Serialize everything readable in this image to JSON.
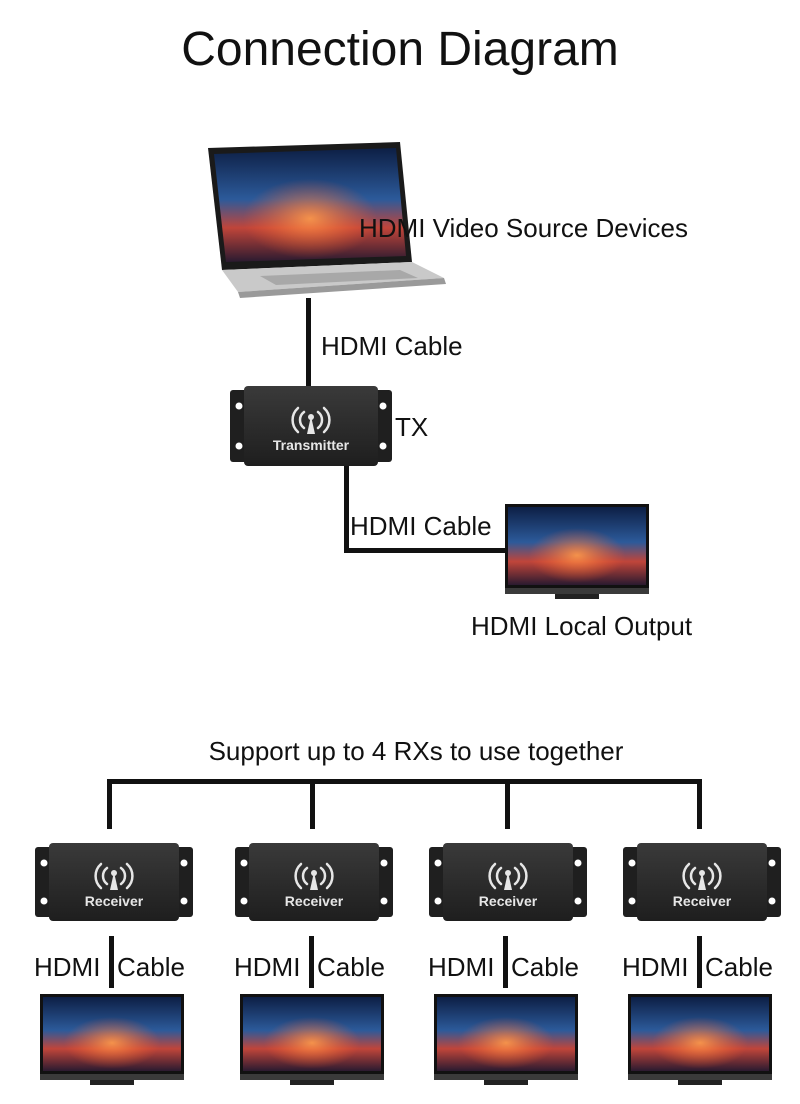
{
  "title": "Connection Diagram",
  "source": {
    "label": "HDMI Video Source Devices",
    "icon": "laptop-icon"
  },
  "cable_label": "HDMI Cable",
  "transmitter": {
    "name": "Transmitter",
    "tag": "TX",
    "icon": "wireless-antenna-icon"
  },
  "local_output": {
    "label": "HDMI Local Output",
    "icon": "monitor-icon"
  },
  "support_text": "Support up to 4 RXs to use together",
  "receivers": [
    {
      "name": "Receiver",
      "cable_a": "HDMI",
      "cable_b": "Cable"
    },
    {
      "name": "Receiver",
      "cable_a": "HDMI",
      "cable_b": "Cable"
    },
    {
      "name": "Receiver",
      "cable_a": "HDMI",
      "cable_b": "Cable"
    },
    {
      "name": "Receiver",
      "cable_a": "HDMI",
      "cable_b": "Cable"
    }
  ],
  "colors": {
    "device_body": "#2b2b2b",
    "line": "#111111",
    "screen_sky": "#1a3a6b",
    "screen_glow": "#e05030"
  }
}
